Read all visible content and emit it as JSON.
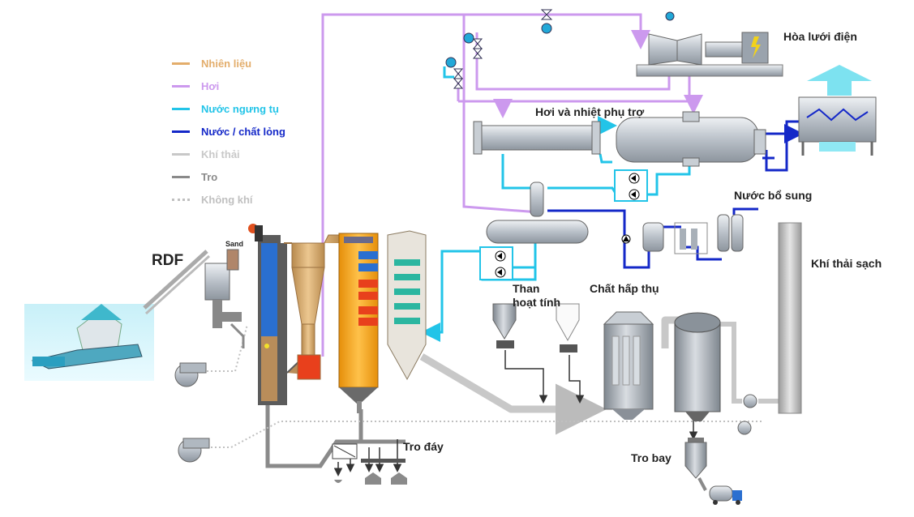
{
  "legend": [
    {
      "label": "Nhiên liệu",
      "color": "#e3ad6b",
      "style": "solid"
    },
    {
      "label": "Hơi",
      "color": "#cc99ee",
      "style": "solid"
    },
    {
      "label": "Nước ngưng tụ",
      "color": "#22c4e8",
      "style": "solid"
    },
    {
      "label": "Nước / chất lỏng",
      "color": "#1428c8",
      "style": "solid"
    },
    {
      "label": "Khí thải",
      "color": "#c8c8c8",
      "style": "solid"
    },
    {
      "label": "Tro",
      "color": "#8a8a8a",
      "style": "solid"
    },
    {
      "label": "Không khí",
      "color": "#c0c0c0",
      "style": "dotted"
    }
  ],
  "labels": {
    "grid": "Hòa lưới điện",
    "aux": "Hơi và nhiệt phụ trợ",
    "makeup": "Nước bổ sung",
    "clean_gas": "Khí thải sạch",
    "rdf": "RDF",
    "sand": "Sand",
    "carbon_line1": "Than",
    "carbon_line2": "hoạt tính",
    "absorbent": "Chất hấp thụ",
    "bottom_ash": "Tro đáy",
    "fly_ash": "Tro bay"
  },
  "colors": {
    "steam": "#cc99ee",
    "condensate": "#22c4e8",
    "water": "#1428c8",
    "flue": "#c8c8c8",
    "ash": "#8a8a8a",
    "boiler_blue": "#2a6fd0",
    "orange": "#f5a623",
    "red": "#e8401c",
    "tan": "#d8b07a",
    "teal": "#2bb6a0",
    "steel": "#9aa3ad"
  }
}
